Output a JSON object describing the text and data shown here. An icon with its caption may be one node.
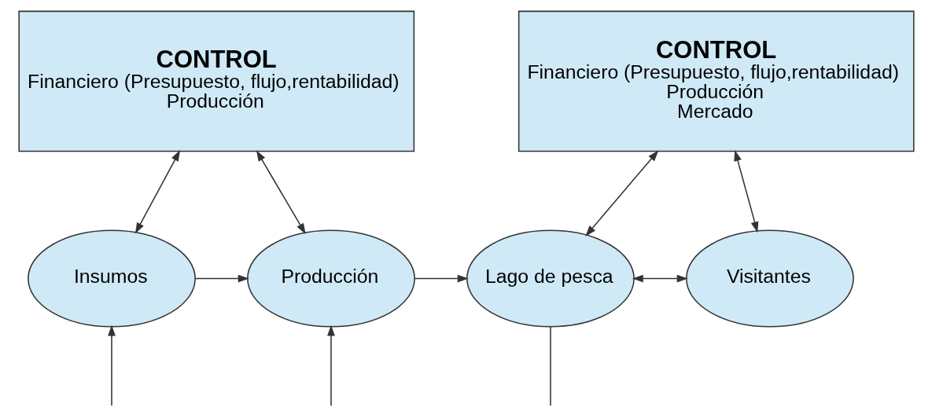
{
  "diagram": {
    "nodes": [
      {
        "text": [
          "CONTROL",
          "Financiero (Presupuesto, flujo,rentabilidad)",
          "Producción"
        ]
      },
      {
        "text": [
          "CONTROL",
          "Financiero (Presupuesto, flujo,rentabilidad)",
          "Producción",
          "Mercado"
        ]
      },
      {
        "text": [
          "Insumos"
        ]
      },
      {
        "text": [
          "Producción"
        ]
      },
      {
        "text": [
          "Lago de pesca"
        ]
      },
      {
        "text": [
          "Visitantes"
        ]
      }
    ],
    "edges": [
      {
        "from": 0,
        "to": 2,
        "arrow": "both"
      },
      {
        "from": 0,
        "to": 3,
        "arrow": "both"
      },
      {
        "from": 1,
        "to": 4,
        "arrow": "both"
      },
      {
        "from": 1,
        "to": 5,
        "arrow": "both"
      },
      {
        "from": 2,
        "to": 3,
        "arrow": "to"
      },
      {
        "from": 3,
        "to": 4,
        "arrow": "to"
      },
      {
        "from": 4,
        "to": 5,
        "arrow": "both"
      },
      {
        "from": null,
        "to": 2,
        "arrow": "to"
      },
      {
        "from": null,
        "to": 3,
        "arrow": "to"
      },
      {
        "from": 4,
        "to": null,
        "arrow": "none"
      }
    ]
  }
}
